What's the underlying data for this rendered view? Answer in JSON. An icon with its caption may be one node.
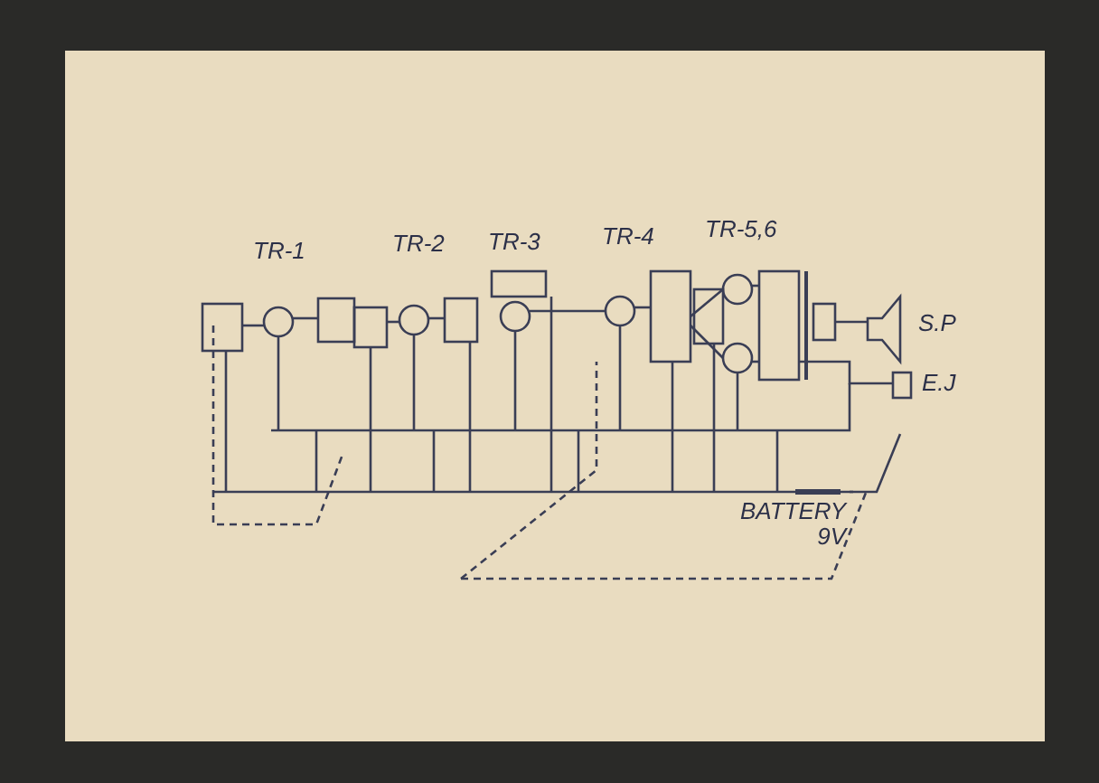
{
  "diagram": {
    "labels": [
      "TR-1",
      "TR-2",
      "TR-3",
      "TR-4",
      "TR-5,6",
      "S.P",
      "E.J",
      "BATTERY 9V"
    ]
  }
}
